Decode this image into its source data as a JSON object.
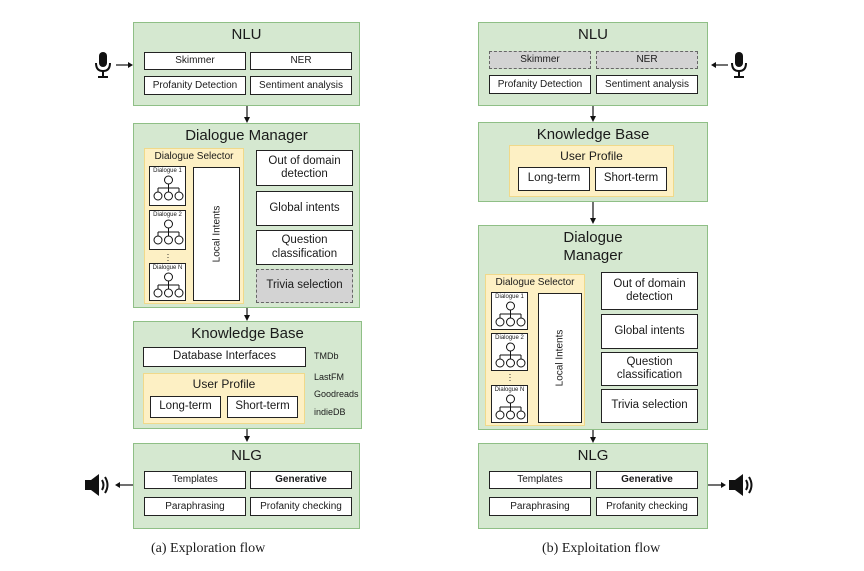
{
  "left": {
    "nlu": {
      "title": "NLU",
      "items": [
        "Skimmer",
        "NER",
        "Profanity Detection",
        "Sentiment analysis"
      ]
    },
    "dm": {
      "title": "Dialogue Manager",
      "selector_title": "Dialogue Selector",
      "dialogues": [
        "Dialogue 1",
        "Dialogue 2",
        "Dialogue N"
      ],
      "local_intents": "Local Intents",
      "items": [
        "Out of domain detection",
        "Global intents",
        "Question classification",
        "Trivia selection"
      ]
    },
    "kb": {
      "title": "Knowledge Base",
      "db_interfaces": "Database Interfaces",
      "user_profile": "User Profile",
      "long_term": "Long-term",
      "short_term": "Short-term",
      "sources": [
        "TMDb",
        "LastFM",
        "Goodreads",
        "indieDB"
      ]
    },
    "nlg": {
      "title": "NLG",
      "items": [
        "Templates",
        "Generative",
        "Paraphrasing",
        "Profanity checking"
      ]
    },
    "caption": "(a) Exploration flow"
  },
  "right": {
    "nlu": {
      "title": "NLU",
      "items": [
        "Skimmer",
        "NER",
        "Profanity Detection",
        "Sentiment analysis"
      ]
    },
    "kb": {
      "title": "Knowledge Base",
      "user_profile": "User Profile",
      "long_term": "Long-term",
      "short_term": "Short-term"
    },
    "dm": {
      "title_line1": "Dialogue",
      "title_line2": "Manager",
      "selector_title": "Dialogue Selector",
      "dialogues": [
        "Dialogue 1",
        "Dialogue 2",
        "Dialogue N"
      ],
      "local_intents": "Local Intents",
      "items": [
        "Out of domain detection",
        "Global intents",
        "Question classification",
        "Trivia selection"
      ]
    },
    "nlg": {
      "title": "NLG",
      "items": [
        "Templates",
        "Generative",
        "Paraphrasing",
        "Profanity checking"
      ]
    },
    "caption": "(b) Exploitation flow"
  },
  "icons": {
    "microphone": "microphone-icon",
    "speaker": "speaker-icon"
  },
  "colors": {
    "module_fill": "#d5e8d0",
    "group_fill": "#fdf0c4",
    "gray_box": "#d3d3d3"
  }
}
